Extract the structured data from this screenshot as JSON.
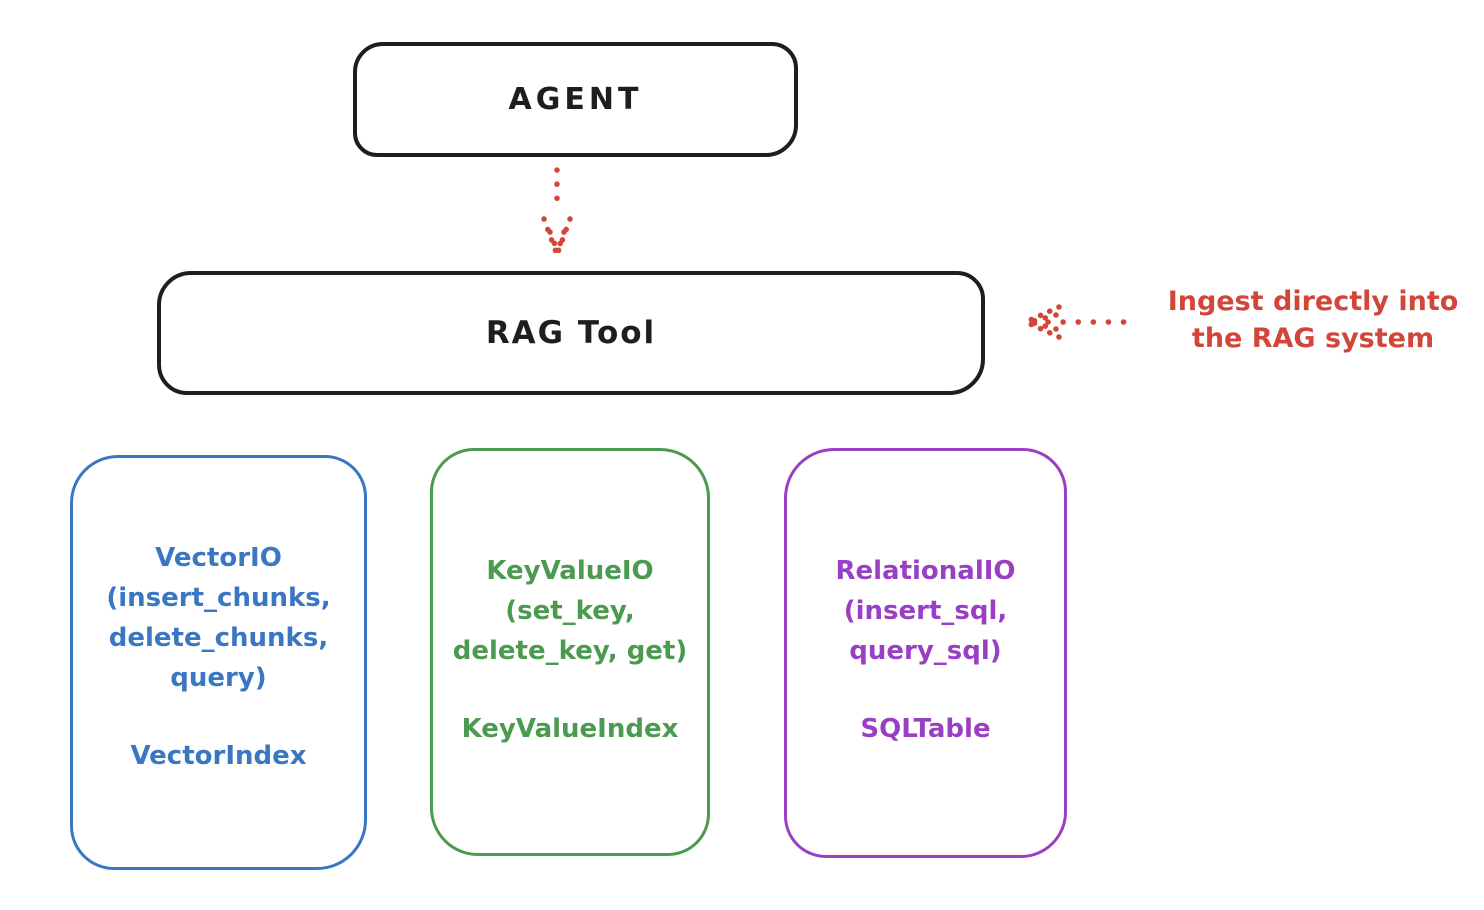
{
  "diagram": {
    "agent_box": {
      "label": "AGENT"
    },
    "rag_tool_box": {
      "label": "RAG Tool"
    },
    "ingest_annotation": {
      "line1": "Ingest directly into",
      "line2": "the RAG system"
    },
    "io_boxes": [
      {
        "name": "vector-io",
        "color": "#3a77c2",
        "lines": [
          "VectorIO",
          "(insert_chunks,",
          "delete_chunks,",
          "query)"
        ],
        "index_label": "VectorIndex"
      },
      {
        "name": "keyvalue-io",
        "color": "#4a9a50",
        "lines": [
          "KeyValueIO",
          "(set_key,",
          "delete_key, get)"
        ],
        "index_label": "KeyValueIndex"
      },
      {
        "name": "relational-io",
        "color": "#9a3fc3",
        "lines": [
          "RelationalIO",
          "(insert_sql,",
          "query_sql)"
        ],
        "index_label": "SQLTable"
      }
    ]
  },
  "colors": {
    "background": "#ffffff",
    "box_stroke": "#1e1e1e",
    "accent_red": "#d2463a",
    "blue": "#3a77c2",
    "green": "#4a9a50",
    "purple": "#9a3fc3"
  }
}
